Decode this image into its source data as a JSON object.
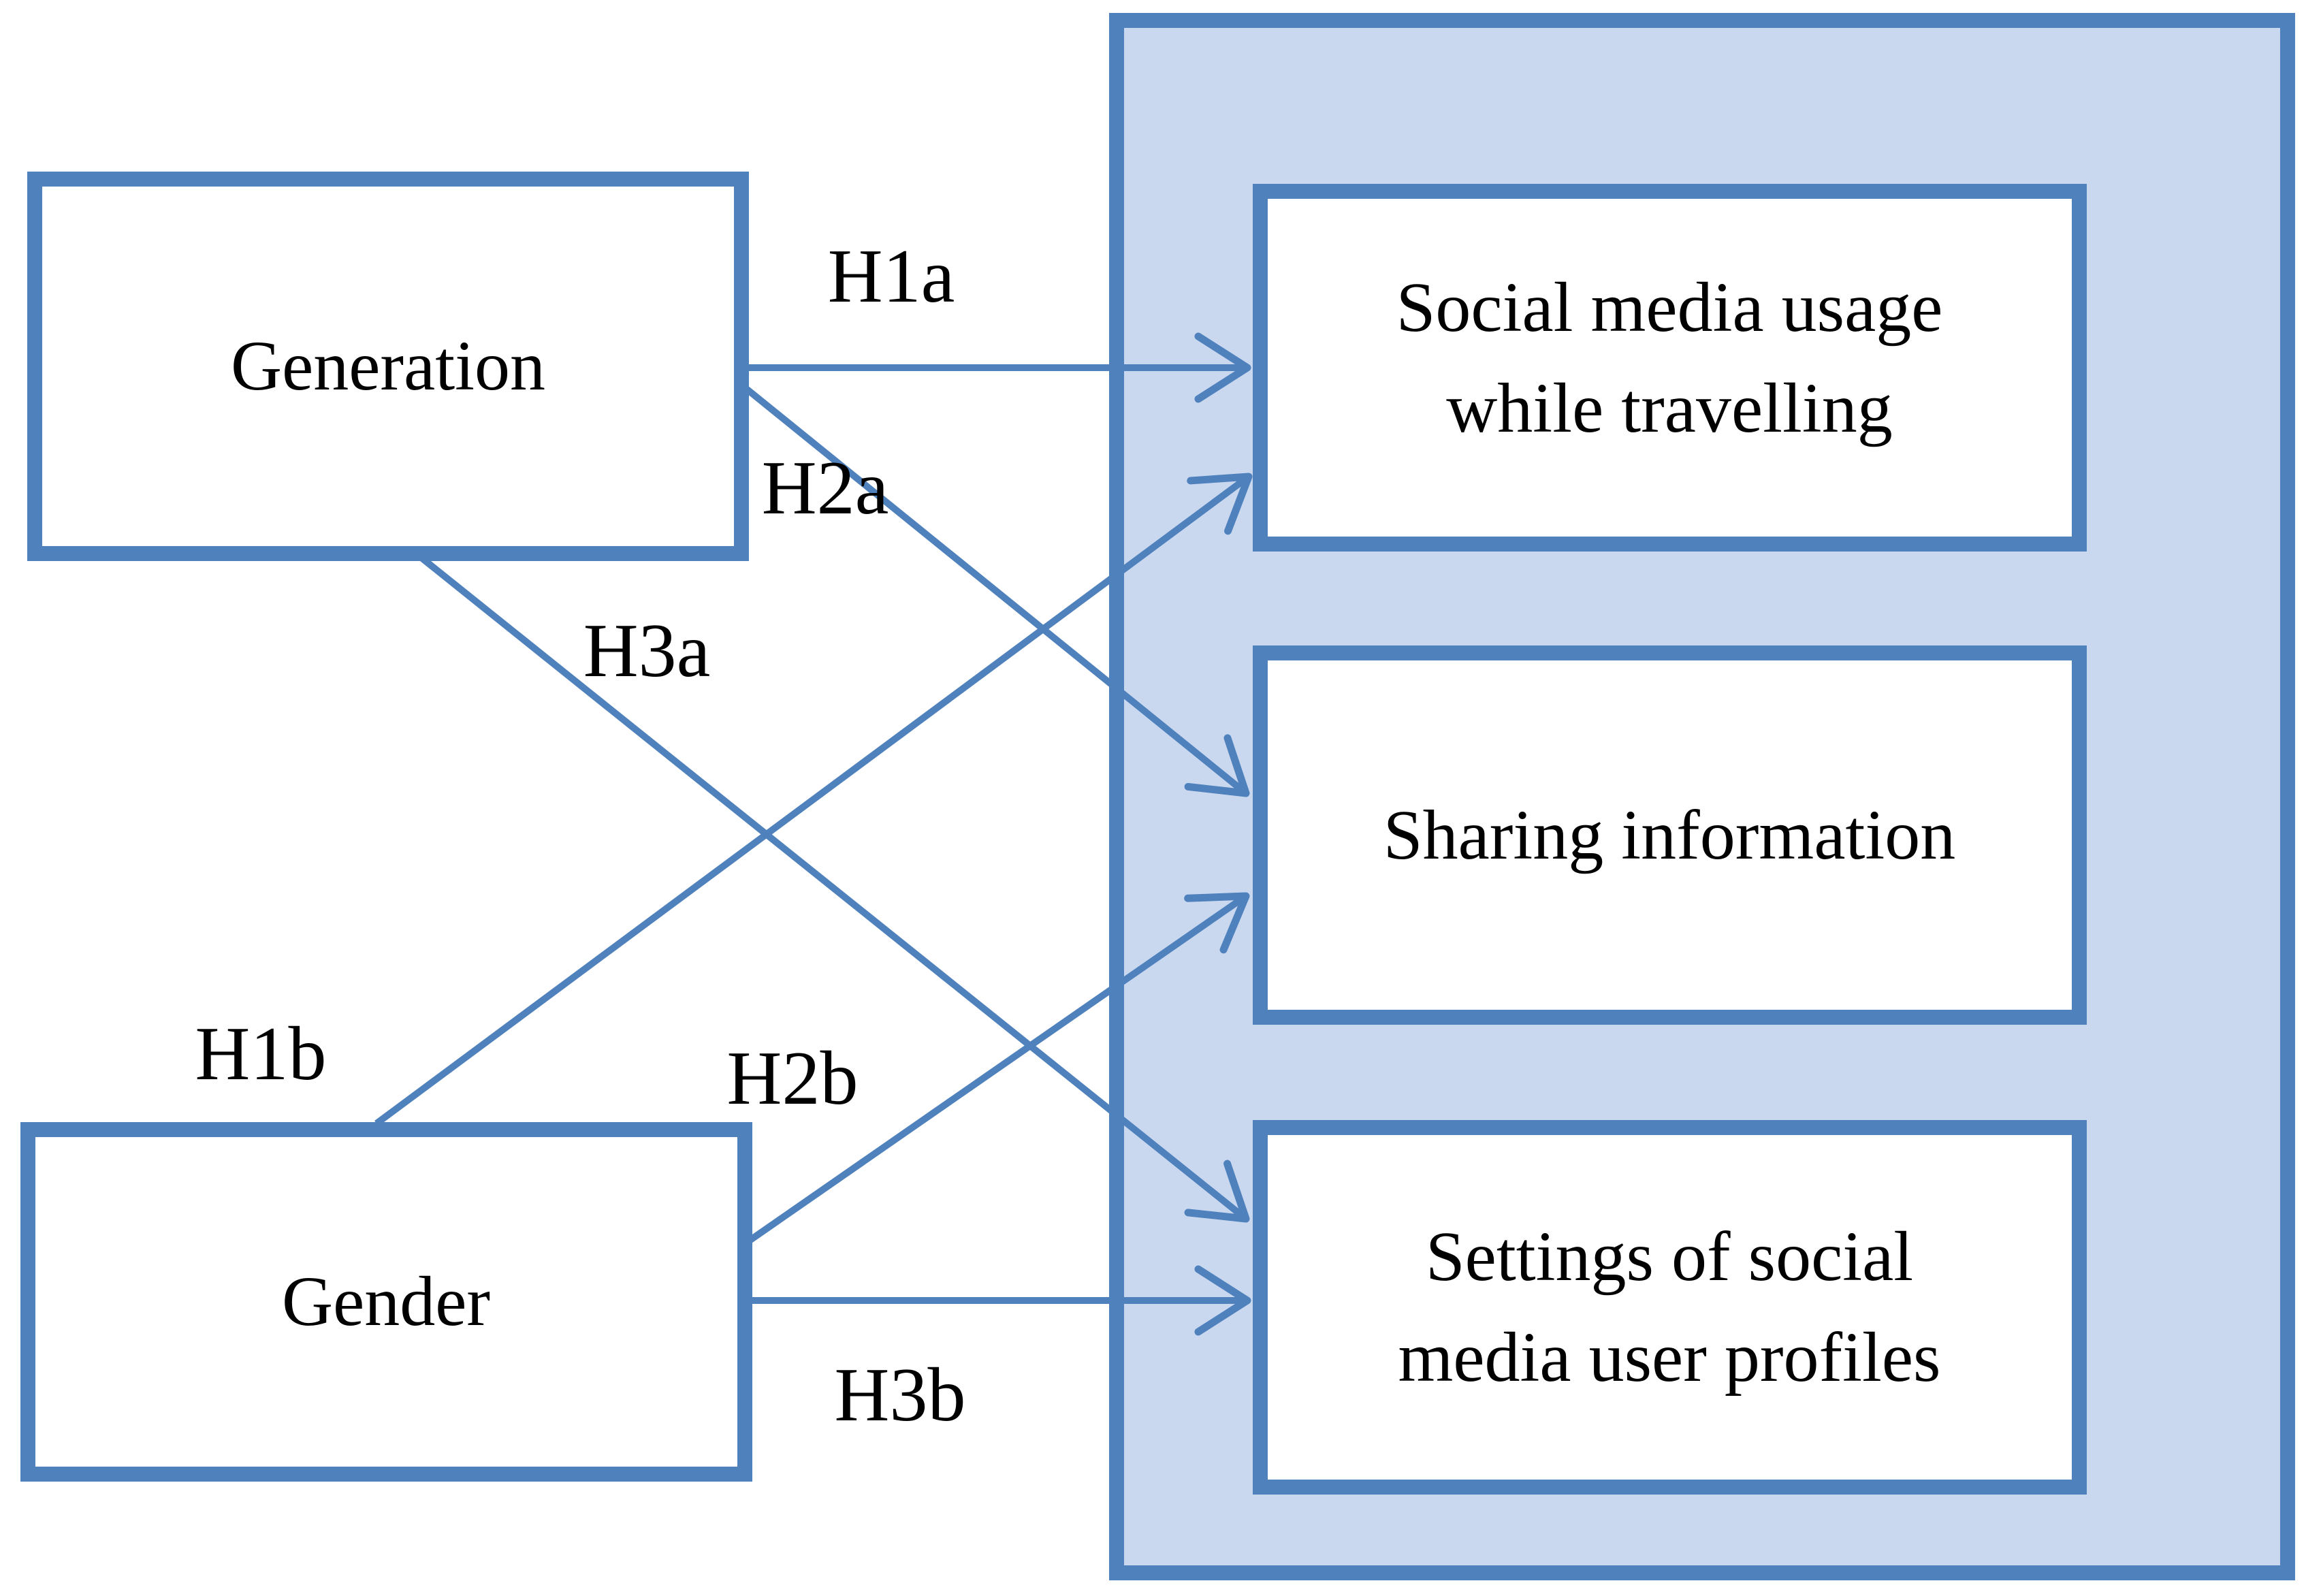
{
  "figure": {
    "colors": {
      "accent": "#4f81bd",
      "panel_fill": "#c9d8ef",
      "box_fill": "#ffffff",
      "text": "#000000",
      "background": "#ffffff"
    },
    "predictors": [
      {
        "label": "Generation"
      },
      {
        "label": "Gender"
      }
    ],
    "outcomes": [
      {
        "lines": [
          "Social media usage",
          "while travelling"
        ]
      },
      {
        "lines": [
          "Sharing information"
        ]
      },
      {
        "lines": [
          "Settings of social",
          "media user profiles"
        ]
      }
    ],
    "hypotheses": [
      {
        "label": "H1a",
        "from": "Generation",
        "to": "Social media usage while travelling"
      },
      {
        "label": "H2a",
        "from": "Generation",
        "to": "Sharing information"
      },
      {
        "label": "H3a",
        "from": "Generation",
        "to": "Settings of social media user profiles"
      },
      {
        "label": "H1b",
        "from": "Gender",
        "to": "Social media usage while travelling"
      },
      {
        "label": "H2b",
        "from": "Gender",
        "to": "Sharing information"
      },
      {
        "label": "H3b",
        "from": "Gender",
        "to": "Settings of social media user profiles"
      }
    ]
  }
}
